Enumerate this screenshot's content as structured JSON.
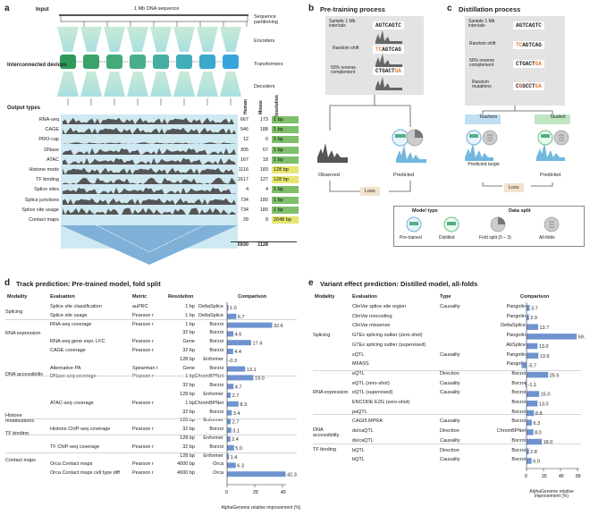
{
  "panel_a": {
    "letter": "a",
    "input_label": "Input",
    "dna_label": "1 Mb DNA sequence",
    "seq_partition": "Sequence partitioning",
    "encoders": "Encoders",
    "transformers": "Transformers",
    "decoders": "Decoders",
    "interconnected": "Interconnected devices",
    "output_types": "Output types",
    "col_human": "Human",
    "col_mouse": "Mouse",
    "col_resolution": "Resolution",
    "rows": [
      {
        "name": "RNA-seq",
        "human": "667",
        "mouse": "173",
        "res": "1 bp"
      },
      {
        "name": "CAGE",
        "human": "546",
        "mouse": "188",
        "res": "1 bp"
      },
      {
        "name": "PRO-cap",
        "human": "12",
        "mouse": "0",
        "res": "1 bp"
      },
      {
        "name": "DNase",
        "human": "305",
        "mouse": "67",
        "res": "1 bp"
      },
      {
        "name": "ATAC",
        "human": "167",
        "mouse": "18",
        "res": "1 bp"
      },
      {
        "name": "Histone mods",
        "human": "1116",
        "mouse": "183",
        "res": "128 bp"
      },
      {
        "name": "TF binding",
        "human": "1617",
        "mouse": "127",
        "res": "128 bp"
      },
      {
        "name": "Splice sites",
        "human": "4",
        "mouse": "4",
        "res": "1 bp"
      },
      {
        "name": "Splice junctions",
        "human": "734",
        "mouse": "180",
        "res": "1 bp"
      },
      {
        "name": "Splice site usage",
        "human": "734",
        "mouse": "180",
        "res": "1 bp"
      },
      {
        "name": "Contact maps",
        "human": "28",
        "mouse": "8",
        "res": "2048 bp"
      }
    ],
    "total_human": "5930",
    "total_mouse": "1128"
  },
  "panel_b": {
    "letter": "b",
    "title": "Pre-training process",
    "step1": "Sample 1 Mb intervals",
    "seq1": "AGTCAGTC",
    "step2": "Random shift",
    "seq2_a": "TC",
    "seq2_b": "AGTCAG",
    "step3": "50% reverse complement",
    "seq3_a": "CTGACT",
    "seq3_b": "GA",
    "observed": "Observed",
    "predicted": "Predicted",
    "loss": "Loss"
  },
  "panel_c": {
    "letter": "c",
    "title": "Distillation process",
    "step1": "Sample 1 Mb intervals",
    "seq1": "AGTCAGTC",
    "step2": "Random shift",
    "seq2_a": "TC",
    "seq2_b": "AGTCAG",
    "step3": "50% reverse complement",
    "seq3_a": "CTGACT",
    "seq3_b": "GA",
    "step4": "Random mutations",
    "seq4_a": "C",
    "seq4_b": "G",
    "seq4_c": "GCCT",
    "seq4_d": "GA",
    "teachers": "Teachers",
    "student": "Student",
    "predicted_target": "Predicted target",
    "predicted": "Predicted",
    "loss": "Loss"
  },
  "legend": {
    "model_type": "Model type",
    "data_split": "Data split",
    "pretrained": "Pre-trained",
    "distilled": "Distilled",
    "fold_split": "Fold split (0 – 3)",
    "all_folds": "All-folds"
  },
  "panel_d": {
    "letter": "d",
    "title": "Track prediction: Pre-trained model, fold split",
    "h_modality": "Modality",
    "h_evaluation": "Evaluation",
    "h_metric": "Metric",
    "h_resolution": "Resolution",
    "h_comparison": "Comparison",
    "axis_label": "AlphaGenome relative improvement (%)",
    "ticks": [
      "0",
      "20",
      "40"
    ],
    "modalities": [
      {
        "name": "Splicing"
      },
      {
        "name": "RNA expression"
      },
      {
        "name": "DNA accessibility"
      },
      {
        "name": "Histone modifications"
      },
      {
        "name": "TF binding"
      },
      {
        "name": "Contact maps"
      }
    ],
    "rows": [
      {
        "eval": "Splice site classification",
        "metric": "auPRC",
        "res": "1 bp",
        "comp": "DeltaSplice",
        "label": "1.0",
        "value": 1.0
      },
      {
        "eval": "Splice site usage",
        "metric": "Pearson r",
        "res": "1 bp",
        "comp": "DeltaSplice",
        "label": "6.7",
        "value": 6.7
      },
      {
        "eval": "RNA-seq coverage",
        "metric": "Pearson r",
        "res": "1 bp",
        "comp": "Borzoi",
        "label": "32.6",
        "value": 32.6
      },
      {
        "eval": "",
        "metric": "",
        "res": "32 bp",
        "comp": "Borzoi",
        "label": "4.6",
        "value": 4.6
      },
      {
        "eval": "RNA-seq gene expr. LFC",
        "metric": "Pearson r",
        "res": "Gene",
        "comp": "Borzoi",
        "label": "17.4",
        "value": 17.4
      },
      {
        "eval": "CAGE coverage",
        "metric": "Pearson r",
        "res": "32 bp",
        "comp": "Borzoi",
        "label": "4.4",
        "value": 4.4
      },
      {
        "eval": "",
        "metric": "",
        "res": "128 bp",
        "comp": "Enformer",
        "label": "-0.3",
        "value": -0.3
      },
      {
        "eval": "Alternative PA",
        "metric": "Spearman r",
        "res": "Gene",
        "comp": "Borzoi",
        "label": "13.1",
        "value": 13.1
      },
      {
        "eval": "DNase-seq coverage",
        "metric": "Pearson r",
        "res": "1 bp",
        "comp": "ChromBPNet",
        "label": "19.0",
        "value": 19.0
      },
      {
        "eval": "",
        "metric": "",
        "res": "32 bp",
        "comp": "Borzoi",
        "label": "4.7",
        "value": 4.7
      },
      {
        "eval": "",
        "metric": "",
        "res": "128 bp",
        "comp": "Enformer",
        "label": "2.7",
        "value": 2.7
      },
      {
        "eval": "ATAC-seq coverage",
        "metric": "Pearson r",
        "res": "1 bp",
        "comp": "ChromBPNet",
        "label": "8.3",
        "value": 8.3
      },
      {
        "eval": "",
        "metric": "",
        "res": "32 bp",
        "comp": "Borzoi",
        "label": "3.4",
        "value": 3.4
      },
      {
        "eval": "",
        "metric": "",
        "res": "128 bp",
        "comp": "Enformer",
        "label": "2.7",
        "value": 2.7
      },
      {
        "eval": "Histone ChIP-seq coverage",
        "metric": "Pearson r",
        "res": "32 bp",
        "comp": "Borzoi",
        "label": "3.1",
        "value": 3.1
      },
      {
        "eval": "",
        "metric": "",
        "res": "128 bp",
        "comp": "Enformer",
        "label": "2.4",
        "value": 2.4
      },
      {
        "eval": "TF ChIP-seq coverage",
        "metric": "Pearson r",
        "res": "32 bp",
        "comp": "Borzoi",
        "label": "5.0",
        "value": 5.0
      },
      {
        "eval": "",
        "metric": "",
        "res": "128 bp",
        "comp": "Enformer",
        "label": "1.4",
        "value": 1.4
      },
      {
        "eval": "Orca Contact maps",
        "metric": "Pearson r",
        "res": "4000 bp",
        "comp": "Orca",
        "label": "6.3",
        "value": 6.3
      },
      {
        "eval": "Orca Contact maps cell type diff",
        "metric": "Pearson r",
        "res": "4000 bp",
        "comp": "Orca",
        "label": "42.3",
        "value": 42.3
      }
    ]
  },
  "panel_e": {
    "letter": "e",
    "title": "Variant effect prediction: Distilled model, all-folds",
    "h_modality": "Modality",
    "h_evaluation": "Evaluation",
    "h_type": "Type",
    "h_comparison": "Comparison",
    "axis_label": "AlphaGenome relative improvement (%)",
    "ticks": [
      "0",
      "20",
      "40",
      "60"
    ],
    "modalities": [
      {
        "name": "Splicing"
      },
      {
        "name": "RNA expression"
      },
      {
        "name": "DNA accessibility"
      },
      {
        "name": "TF binding"
      }
    ],
    "rows": [
      {
        "eval": "ClinVar splice site region",
        "type": "Causality",
        "comp": "Pangolin",
        "label": "3.7",
        "value": 3.7
      },
      {
        "eval": "ClinVar noncoding",
        "type": "",
        "comp": "Pangolin",
        "label": "2.9",
        "value": 2.9
      },
      {
        "eval": "ClinVar missense",
        "type": "",
        "comp": "DeltaSplice",
        "label": "13.7",
        "value": 13.7
      },
      {
        "eval": "GTEx splicing outlier (zero-shot)",
        "type": "",
        "comp": "Pangolin",
        "label": "59.1",
        "value": 59.1
      },
      {
        "eval": "GTEx splicing outlier (supervised)",
        "type": "",
        "comp": "AbSplice",
        "label": "13.0",
        "value": 13.0
      },
      {
        "eval": "sQTL",
        "type": "Causality",
        "comp": "Pangolin",
        "label": "13.9",
        "value": 13.9
      },
      {
        "eval": "MFASS",
        "type": "",
        "comp": "Pangolin",
        "label": "-5.7",
        "value": -5.7
      },
      {
        "eval": "eQTL",
        "type": "Direction",
        "comp": "Borzoi",
        "label": "25.5",
        "value": 25.5
      },
      {
        "eval": "eQTL (zero-shot)",
        "type": "Causality",
        "comp": "Borzoi",
        "label": "-1.1",
        "value": -1.1
      },
      {
        "eval": "eQTL (supervised)",
        "type": "Causality",
        "comp": "Borzoi",
        "label": "15.0",
        "value": 15.0
      },
      {
        "eval": "ENCODE E2G (zero-shot)",
        "type": "",
        "comp": "Borzoi",
        "label": "13.0",
        "value": 13.0
      },
      {
        "eval": "paQTL",
        "type": "",
        "comp": "Borzoi",
        "label": "8.8",
        "value": 8.8
      },
      {
        "eval": "CAGI5 MPRA",
        "type": "Causality",
        "comp": "Borzoi",
        "label": "6.3",
        "value": 6.3
      },
      {
        "eval": "ds/caQTL",
        "type": "Direction",
        "comp": "ChromBPNet",
        "label": "8.0",
        "value": 8.0
      },
      {
        "eval": "ds/caQTL",
        "type": "Causality",
        "comp": "Borzoi",
        "label": "18.0",
        "value": 18.0
      },
      {
        "eval": "bQTL",
        "type": "Direction",
        "comp": "Borzoi",
        "label": "2.8",
        "value": 2.8
      },
      {
        "eval": "bQTL",
        "type": "Causality",
        "comp": "Borzoi",
        "label": "6.0",
        "value": 6.0
      }
    ]
  }
}
